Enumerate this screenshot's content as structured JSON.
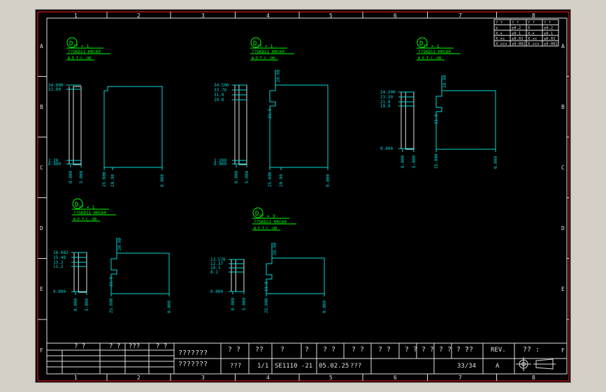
{
  "drawing": {
    "col_markers": [
      "1",
      "2",
      "3",
      "4",
      "5",
      "6",
      "7",
      "8"
    ],
    "row_markers": [
      "A",
      "B",
      "C",
      "D",
      "E",
      "F"
    ],
    "tolerance_table": [
      [
        "? ?",
        "? ?",
        "? ?",
        "? ?"
      ],
      [
        "± ",
        "±0.2",
        "X",
        "±0.2"
      ],
      [
        "X.x",
        "±0.1",
        "X.x",
        "±0.1"
      ],
      [
        "X.xx",
        "±0.01",
        "X.xx",
        "±0.01"
      ],
      [
        "X.xxx",
        "±0.002",
        "X.xxx",
        "±0.002"
      ]
    ],
    "parts": [
      {
        "id": "D",
        "qty": "?? × 1",
        "material": "??SKD11 HRC60",
        "note": "W.E.T.C.-DB",
        "heights_left": [
          "34.000",
          "32.80",
          "1.20",
          "0.000"
        ],
        "bottom_left": [
          "0.000",
          "5.000"
        ],
        "bottom_right": [
          "25.000",
          "20.90",
          "0.000"
        ]
      },
      {
        "id": "D",
        "qty": "?? × 1",
        "material": "??SKD11 HRC60",
        "note": "W.E.T.C.-DB",
        "heights_left": [
          "34.500",
          "33.70",
          "31.0",
          "29.0",
          "1.200",
          "0.000"
        ],
        "bottom_left": [
          "0.000",
          "5.000"
        ],
        "bottom_right": [
          "25.000",
          "20.90",
          "0.000"
        ],
        "vert_labels": [
          "20.90",
          "21.5"
        ]
      },
      {
        "id": "D",
        "qty": "?? × 1",
        "material": "??SKD11 HRC60",
        "note": "W.E.T.C.-DB",
        "heights_left": [
          "24.200",
          "23.20",
          "21.0",
          "19.0",
          "0.000"
        ],
        "bottom_left": [
          "0.000",
          "5.000"
        ],
        "bottom_right": [
          "25.000",
          "0.000"
        ],
        "vert_labels": [
          "20.90",
          "21.5"
        ]
      },
      {
        "id": "D",
        "qty": "?? × 1",
        "material": "??SKD11 HRC60",
        "note": "W.E.T.C.-DB",
        "heights_left": [
          "16.682",
          "15.48",
          "13.2",
          "11.2",
          "0.000"
        ],
        "bottom_left": [
          "0.000",
          "5.000"
        ],
        "bottom_right": [
          "25.000",
          "0.000"
        ],
        "vert_labels": [
          "20.90",
          "21.5"
        ]
      },
      {
        "id": "D",
        "qty": "?? × 3",
        "material": "??SKD11 HRC60",
        "note": "W.E.T.C.-DB",
        "heights_left": [
          "13.570",
          "12.37",
          "10.1",
          "8.1",
          "0.000"
        ],
        "bottom_left": [
          "0.000",
          "5.000"
        ],
        "bottom_right": [
          "25.000",
          "0.000"
        ],
        "vert_labels": [
          "20.90",
          "21.5"
        ]
      }
    ],
    "title_block": {
      "row1": [
        "? ?",
        "? ?",
        "???",
        "? ?"
      ],
      "name_cell": [
        "???????",
        "???????"
      ],
      "hdr": [
        "? ?",
        "??",
        "?",
        "?",
        "? ?",
        "? ?",
        "? ?",
        "? ?",
        "? ?",
        "? ?",
        "? ?",
        "??"
      ],
      "vals": [
        "???",
        "1/1",
        "SE1110 -21",
        "05.02.25",
        "???"
      ],
      "rev_label": "REV.",
      "rev_value": "A",
      "sheet": "33/34",
      "corner": "?? :"
    }
  }
}
